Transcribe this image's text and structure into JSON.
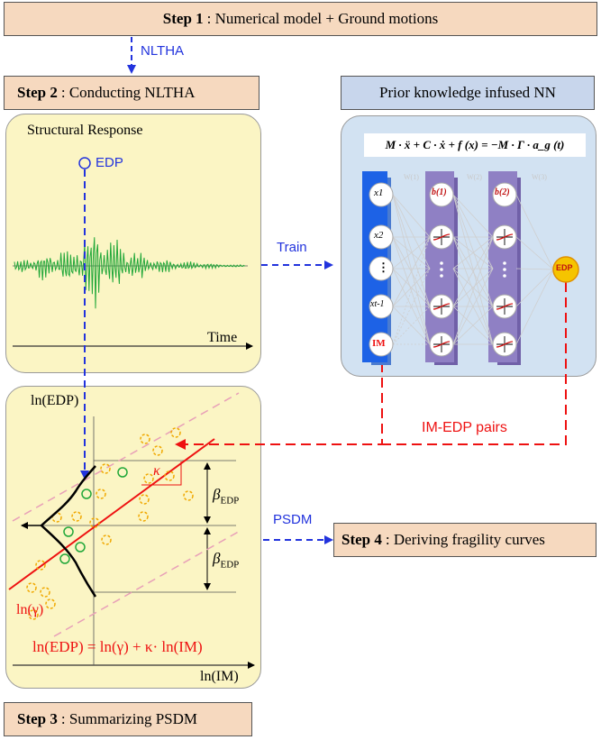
{
  "step1": {
    "label": "Step 1",
    "text": ": Numerical model + Ground motions"
  },
  "step2": {
    "label": "Step 2",
    "text": ": Conducting NLTHA"
  },
  "step3": {
    "label": "Step 3",
    "text": ": Summarizing PSDM"
  },
  "step4": {
    "label": "Step 4",
    "text": ": Deriving fragility curves"
  },
  "nn_title": "Prior knowledge infused NN",
  "arrows": {
    "nltha": "NLTHA",
    "train": "Train",
    "pairs": "IM-EDP pairs",
    "psdm": "PSDM"
  },
  "response_panel": {
    "title": "Structural Response",
    "xlabel": "Time",
    "edp": "EDP"
  },
  "psdm_panel": {
    "ylabel": "ln(EDP)",
    "xlabel": "ln(IM)",
    "kappa": "κ",
    "intercept": "ln(γ)",
    "beta1": "β",
    "beta1_sub": "EDP",
    "beta2": "β",
    "beta2_sub": "EDP",
    "equation": "ln(EDP) = ln(γ) + κ· ln(IM)"
  },
  "nn": {
    "equation": "M · ẍ + C · ẋ + f (x) = −M · Γ · a_g (t)",
    "inputs": [
      "x1",
      "x2",
      "⋮",
      "xt-1"
    ],
    "im": "IM",
    "b1": "b(1)",
    "b2": "b(2)",
    "output": "EDP",
    "weights": [
      "W(1)",
      "W(2)",
      "W(3)"
    ]
  },
  "colors": {
    "step_fill": "#f6d9bf",
    "panel_fill": "#fbf5c4",
    "nn_fill": "#d2e2f2",
    "blue": "#2233dd",
    "red": "#ee1111",
    "green": "#22a83a",
    "orange": "#f0a800"
  }
}
